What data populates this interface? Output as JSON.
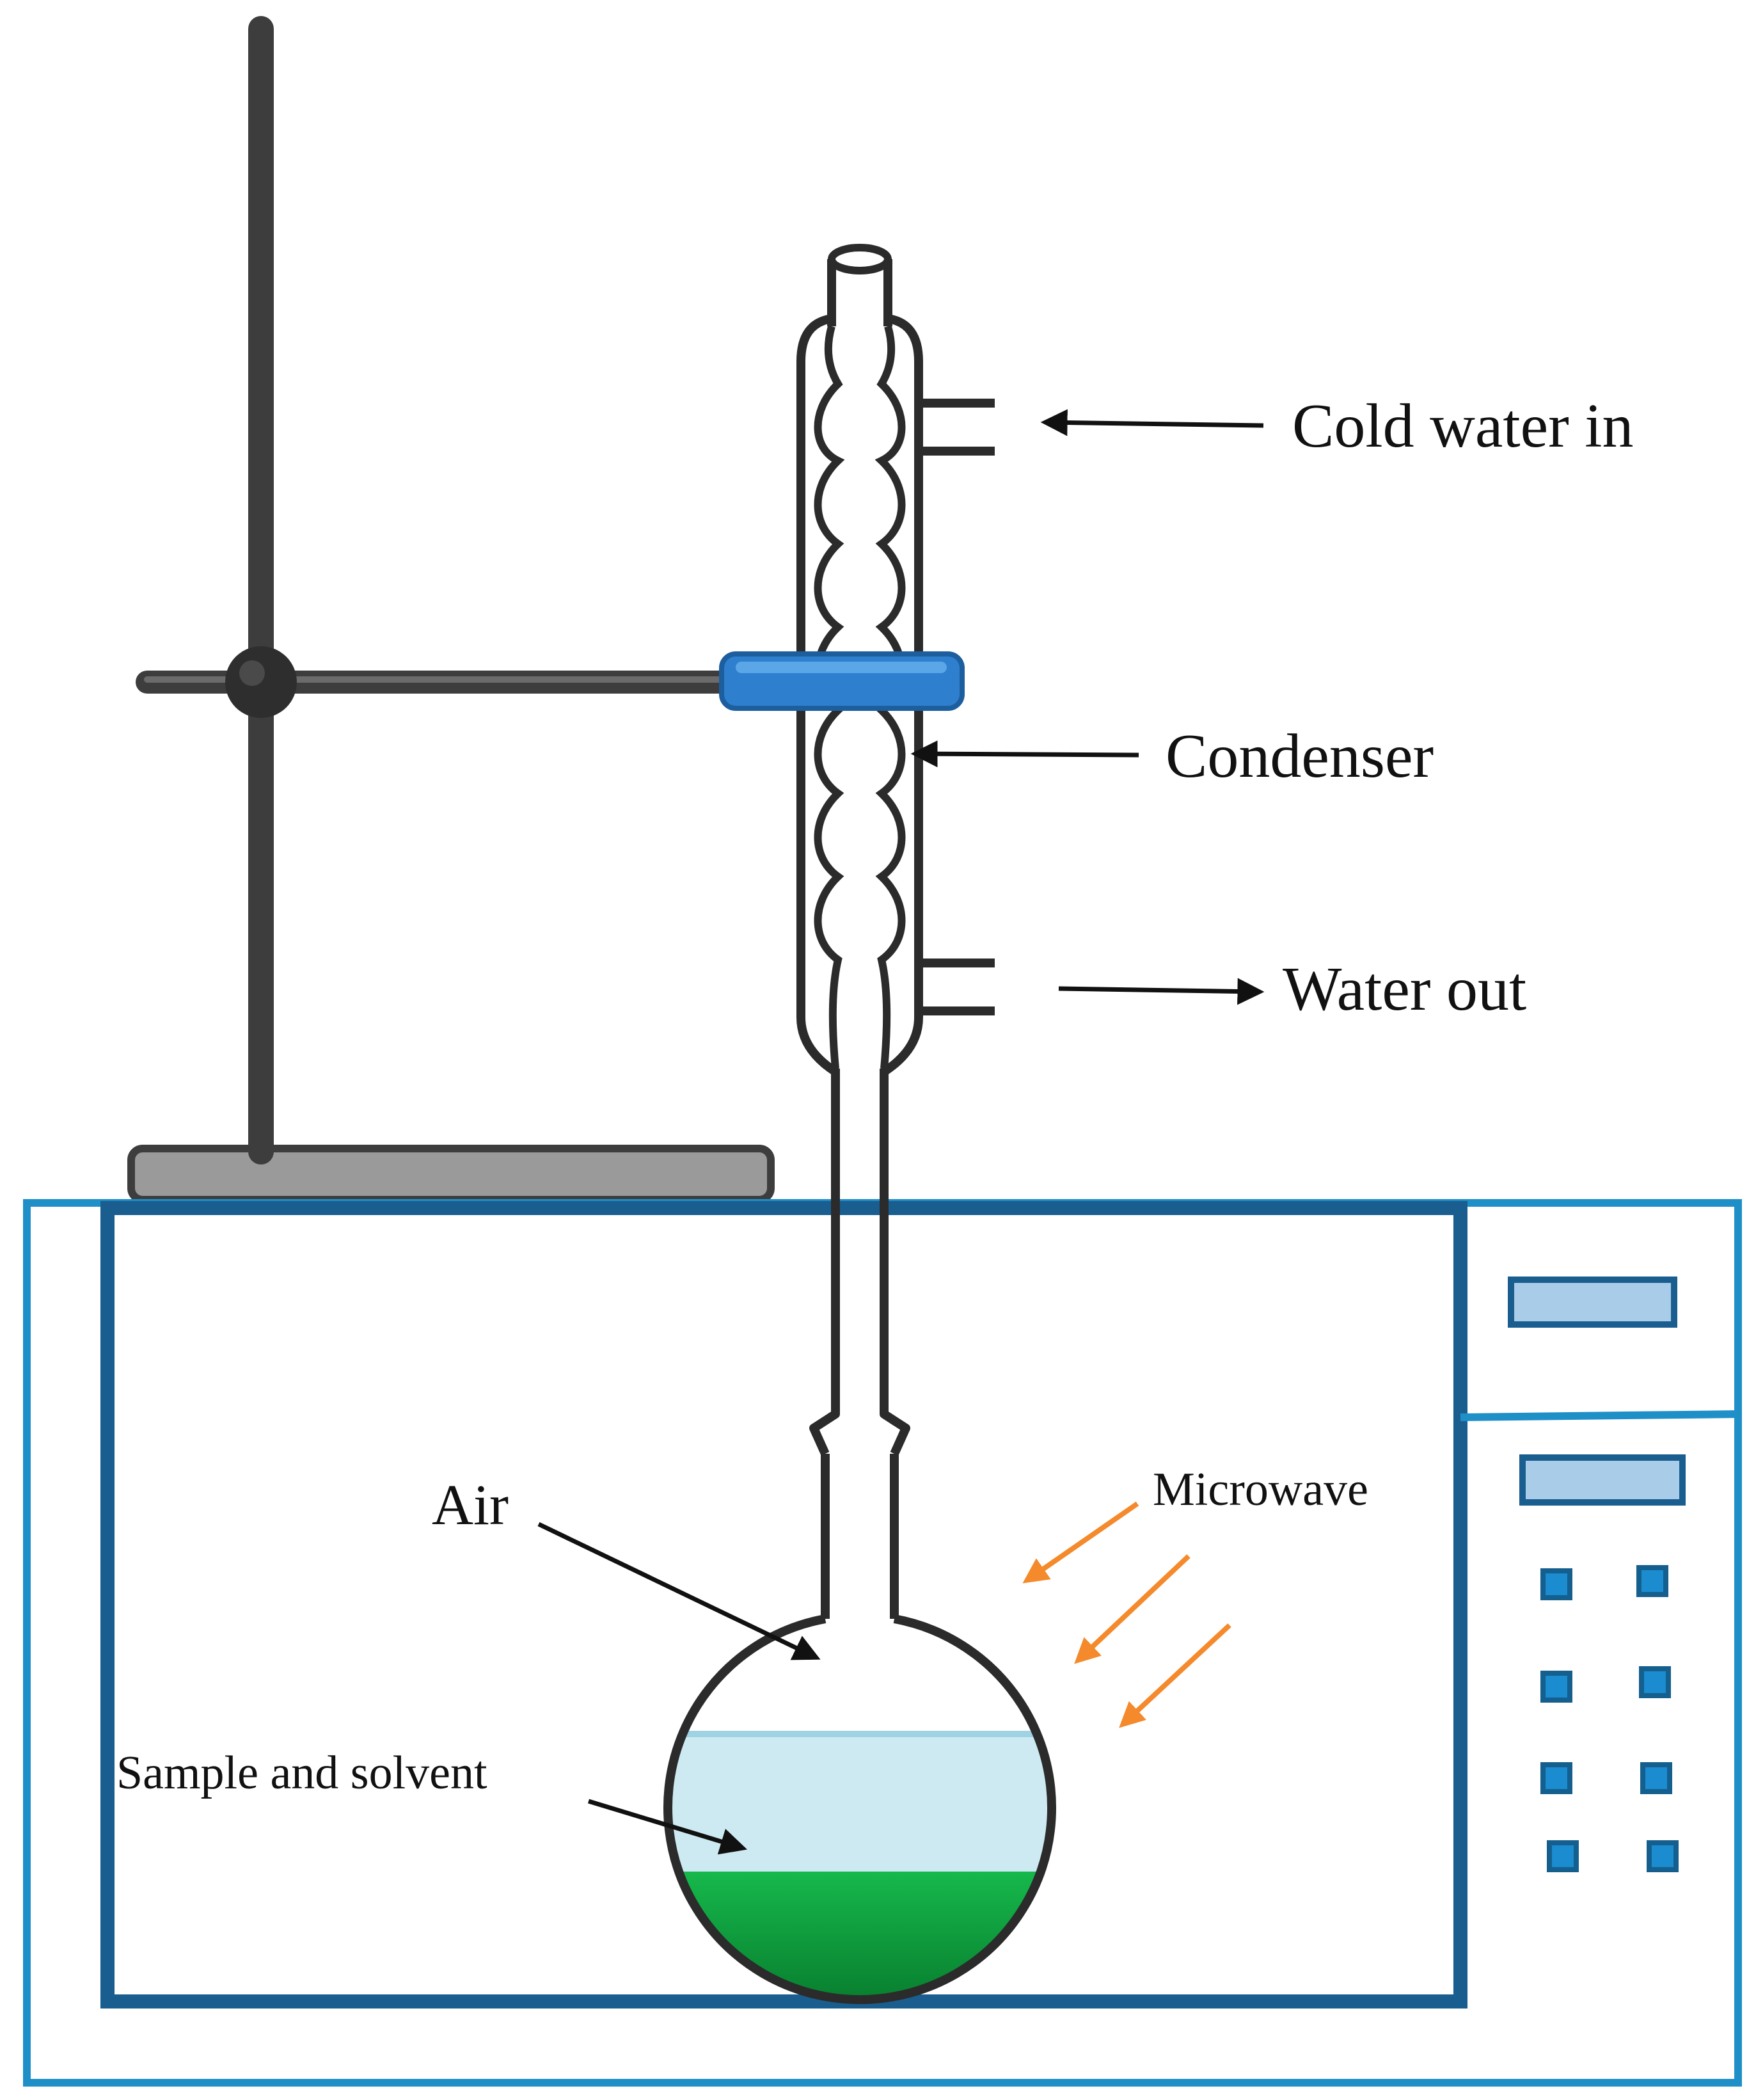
{
  "labels": {
    "cold_water_in": "Cold water in",
    "condenser": "Condenser",
    "water_out": "Water out",
    "air": "Air",
    "microwave": "Microwave",
    "sample_and_solvent": "Sample and solvent"
  },
  "colors": {
    "stand_metal": "#3d3d3d",
    "stand_base": "#9a9a9a",
    "clamp": "#2f7fcf",
    "oven_outline": "#1f8fc8",
    "oven_cavity": "#1a5e90",
    "display_fill": "#a9cde9",
    "button": "#1a8ccf",
    "glass": "#2b2b2b",
    "solvent": "#cdeaf3",
    "sample": "#0aa43c",
    "microwave_arrow": "#f48a2c",
    "label_arrow": "#111111"
  },
  "icons": {
    "microwave_arrow": "orange-diagonal-arrow-icon",
    "pointer_arrow": "black-arrow-icon"
  }
}
